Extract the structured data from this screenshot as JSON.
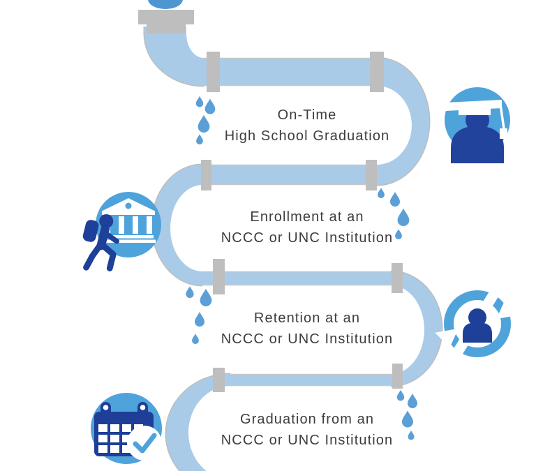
{
  "infographic": {
    "stages": [
      {
        "line1": "On-Time",
        "line2": "High School Graduation",
        "icon": "graduation-cap-student-icon"
      },
      {
        "line1": "Enrollment at an",
        "line2": "NCCC or UNC Institution",
        "icon": "institution-building-walker-icon"
      },
      {
        "line1": "Retention at an",
        "line2": "NCCC or UNC Institution",
        "icon": "person-retention-cycle-icon"
      },
      {
        "line1": "Graduation from an",
        "line2": "NCCC or UNC Institution",
        "icon": "calendar-check-icon"
      }
    ],
    "colors": {
      "pipe_fill": "#A9CBE8",
      "pipe_outline": "#BDBDBD",
      "coupling_gray": "#BEBEBE",
      "drop_blue": "#5B9FD6",
      "icon_circle_blue": "#4FA3DB",
      "icon_navy": "#1F4098",
      "label_text": "#3D3D3D",
      "background": "#FFFFFF"
    }
  }
}
